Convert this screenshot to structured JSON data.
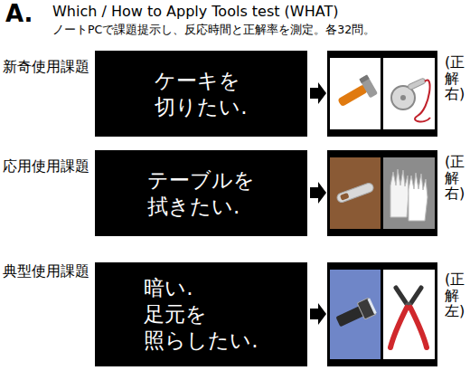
{
  "diagram": {
    "title": "Which / How to Apply Tools test (WHAT)",
    "nodes": [
      {
        "text": [
          "ケーキを 切りたい."
        ]
      },
      {
        "text": [
          "テーブルを 拭きたい."
        ]
      },
      {
        "text": [
          "暗い. 足元を 照らしたい."
        ]
      }
    ],
    "labels": [
      "A.",
      "ノートPCで課題提示し、反応時間と正解率を測定。各32問。",
      "新奇使用課題",
      "(正解右)",
      "応用使用課題",
      "(正解右)",
      "典型使用課題",
      "(正解左)"
    ]
  }
}
